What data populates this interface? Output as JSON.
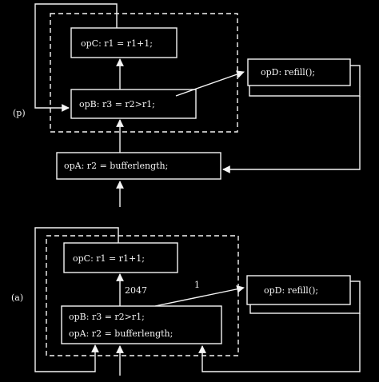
{
  "colors": {
    "background": "#000000",
    "foreground": "#f4f4f4"
  },
  "panel_b": {
    "label": "(p)",
    "opC": "opC: r1 = r1+1;",
    "opB": "opB: r3 = r2>r1;",
    "opD": "opD: refill();",
    "opA": "opA: r2 = bufferlength;"
  },
  "panel_a": {
    "label": "(a)",
    "opC": "opC: r1 = r1+1;",
    "opB": "opB: r3 = r2>r1;",
    "opA": "opA: r2 = bufferlength;",
    "opD": "opD: refill();",
    "edge_count_hot": "2047",
    "edge_count_cold": "1"
  }
}
